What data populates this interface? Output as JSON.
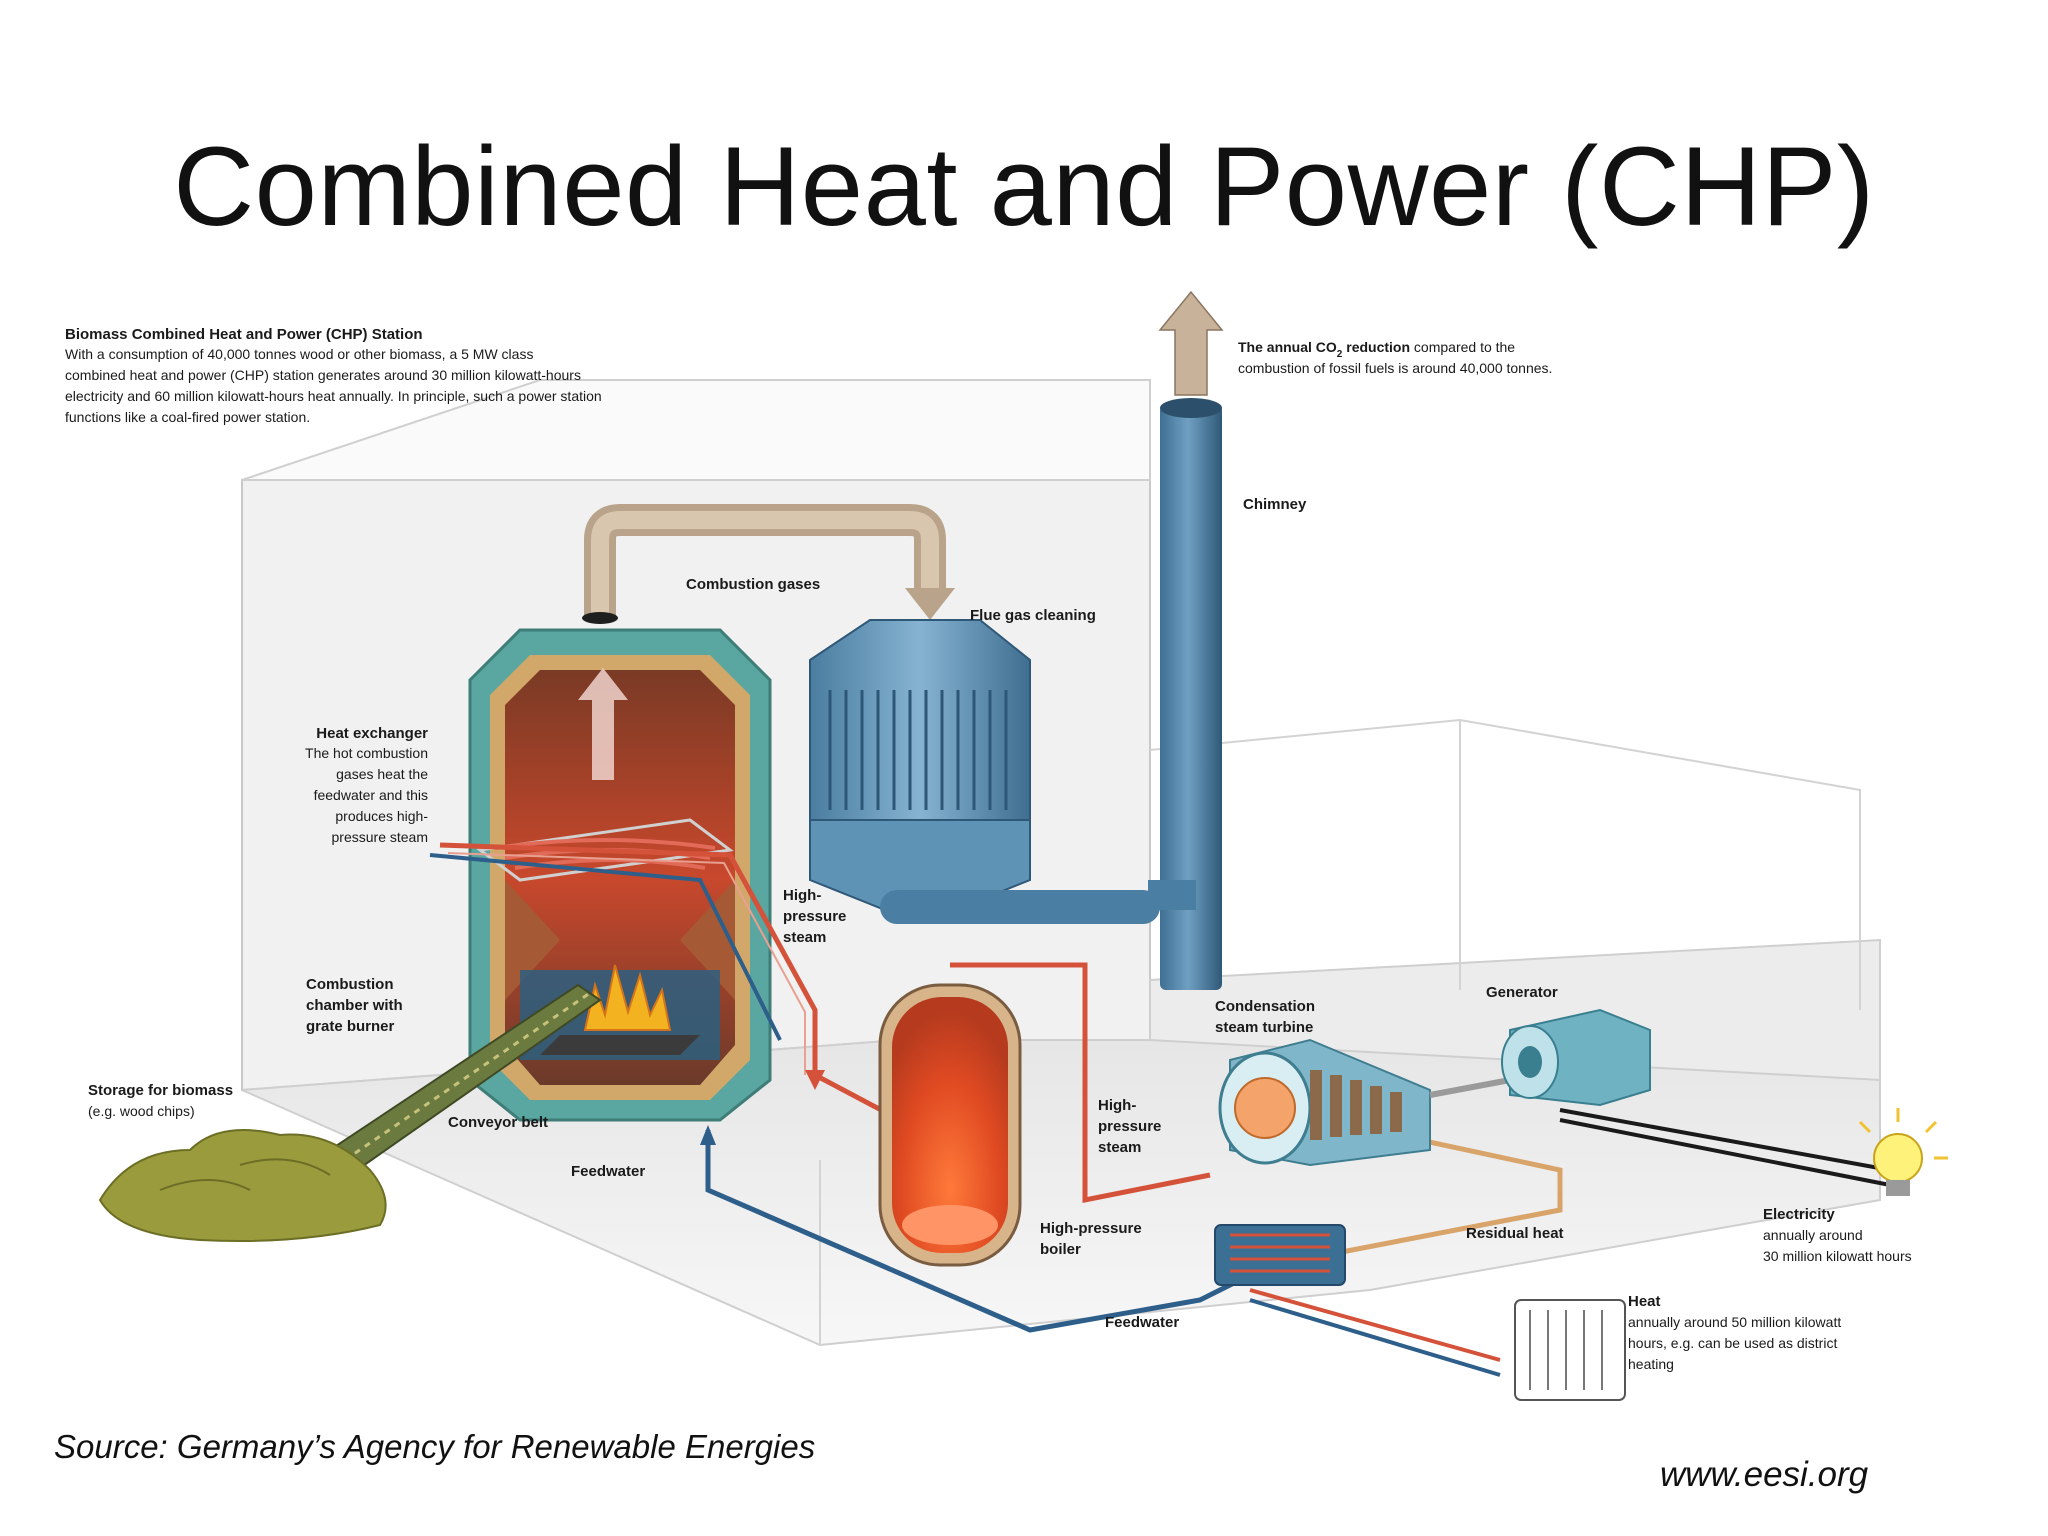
{
  "title": "Combined Heat and Power (CHP)",
  "intro": {
    "heading": "Biomass Combined Heat and Power (CHP) Station",
    "lines": [
      "With a consumption of 40,000 tonnes wood or other biomass, a 5 MW class",
      "combined heat and power (CHP) station generates around 30 million kilowatt-hours",
      "electricity and 60 million kilowatt-hours heat annually. In principle, such a power station",
      "functions like a coal-fired power station."
    ]
  },
  "co2": {
    "bold": "The annual CO",
    "sub": "2",
    "bold2": " reduction",
    "rest": " compared to the",
    "line2": "combustion of fossil fuels is around 40,000 tonnes."
  },
  "labels": {
    "chimney": "Chimney",
    "combustion_gases": "Combustion gases",
    "flue_gas": "Flue gas cleaning",
    "heat_exchanger_title": "Heat exchanger",
    "heat_exchanger_lines": [
      "The hot combustion",
      "gases heat the",
      "feedwater and this",
      "produces high-",
      "pressure steam"
    ],
    "hp_steam_1": [
      "High-",
      "pressure",
      "steam"
    ],
    "combustion_chamber": [
      "Combustion",
      "chamber with",
      "grate burner"
    ],
    "storage_title": "Storage for biomass",
    "storage_sub": "(e.g. wood chips)",
    "conveyor": "Conveyor belt",
    "feedwater_1": "Feedwater",
    "condensation_turbine": [
      "Condensation",
      "steam turbine"
    ],
    "generator": "Generator",
    "hp_steam_2": [
      "High-",
      "pressure",
      "steam"
    ],
    "hp_boiler": [
      "High-pressure",
      "boiler"
    ],
    "residual_heat": "Residual heat",
    "electricity_title": "Electricity",
    "electricity_lines": [
      "annually around",
      "30 million kilowatt hours"
    ],
    "heat_title": "Heat",
    "heat_lines": [
      "annually around 50 million kilowatt",
      "hours, e.g. can be used as district",
      "heating"
    ],
    "feedwater_2": "Feedwater"
  },
  "source": "Source:  Germany’s Agency for Renewable Energies",
  "url": "www.eesi.org",
  "colors": {
    "steel_blue": "#4f86a8",
    "boiler_teal": "#5aa6a0",
    "fire_red": "#d6452a",
    "steam_red": "#d5523a",
    "feedwater_blue": "#2e5f8a",
    "biomass_olive": "#9a9b3c"
  }
}
